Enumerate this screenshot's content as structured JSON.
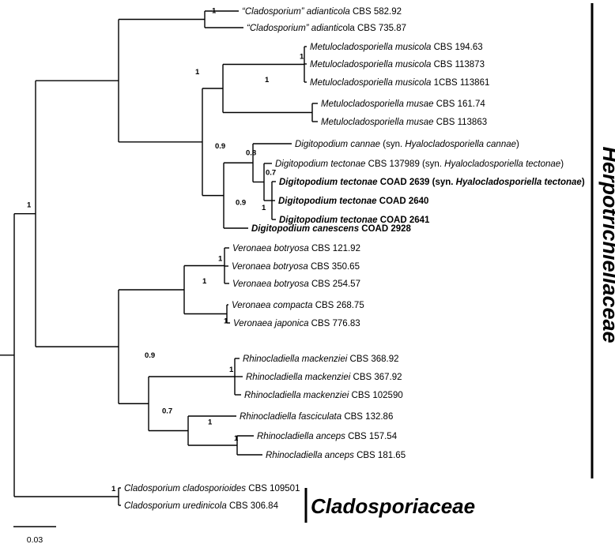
{
  "tree": {
    "families": [
      {
        "id": "herpo",
        "name": "Herpotrichiellaceae"
      },
      {
        "id": "clado",
        "name": "Cladosporiaceae"
      }
    ],
    "scale_bar": {
      "label": "0.03"
    },
    "supports": {
      "n_adianticola": "1",
      "n_herpo_upper": "1",
      "n_metulo": "1",
      "n_m_musicola": "1",
      "n_digi_metulo": "0.9",
      "n_digitopodium": "0.9",
      "n_digi_inner": "0.8",
      "n_tectonae": "0.7",
      "n_tectonae_coad": "1",
      "n_herpo": "1",
      "n_lower": "0.9",
      "n_veronaea": "1",
      "n_v_botryosa": "1",
      "n_v_cj": "1",
      "n_rhino": "0.7",
      "n_r_mack": "1",
      "n_r_fa": "1",
      "n_r_anceps": "1",
      "n_clado": "1"
    },
    "taxa": [
      {
        "id": "t1",
        "segments": [
          {
            "text": "“Cladosporium” adianticola",
            "italic": true
          },
          {
            "text": " CBS 582.92",
            "italic": false
          }
        ],
        "bold": false
      },
      {
        "id": "t2",
        "segments": [
          {
            "text": "“Cladosporium” adiantic",
            "italic": true
          },
          {
            "text": "ola CBS 735.87",
            "italic": false
          }
        ],
        "bold": false
      },
      {
        "id": "t3",
        "segments": [
          {
            "text": "Metulocladosporiella musicola",
            "italic": true
          },
          {
            "text": " CBS 194.63",
            "italic": false
          }
        ],
        "bold": false
      },
      {
        "id": "t4",
        "segments": [
          {
            "text": "Metulocladosporiella musicola",
            "italic": true
          },
          {
            "text": " CBS 113873",
            "italic": false
          }
        ],
        "bold": false
      },
      {
        "id": "t5",
        "segments": [
          {
            "text": "Metulocladosporiella musicola",
            "italic": true
          },
          {
            "text": " 1CBS 113861",
            "italic": false
          }
        ],
        "bold": false
      },
      {
        "id": "t6",
        "segments": [
          {
            "text": "Metulocladosporiella musae",
            "italic": true
          },
          {
            "text": " CBS 161.74",
            "italic": false
          }
        ],
        "bold": false
      },
      {
        "id": "t7",
        "segments": [
          {
            "text": "Metulocladosporiella musae",
            "italic": true
          },
          {
            "text": " CBS 113863",
            "italic": false
          }
        ],
        "bold": false
      },
      {
        "id": "t8",
        "segments": [
          {
            "text": "Digitopodium cannae",
            "italic": true
          },
          {
            "text": " (syn. ",
            "italic": false
          },
          {
            "text": "Hyalocladosporiella cannae",
            "italic": true
          },
          {
            "text": ")",
            "italic": false
          }
        ],
        "bold": false
      },
      {
        "id": "t9",
        "segments": [
          {
            "text": "Digitopodium tectonae",
            "italic": true
          },
          {
            "text": " CBS 137989 (syn. ",
            "italic": false
          },
          {
            "text": "Hyalocladosporiella tectonae",
            "italic": true
          },
          {
            "text": ")",
            "italic": false
          }
        ],
        "bold": false
      },
      {
        "id": "t10",
        "segments": [
          {
            "text": "Digitopodium tectonae",
            "italic": true
          },
          {
            "text": " COAD 2639 (syn. ",
            "italic": false
          },
          {
            "text": "Hyalocladosporiella tectonae",
            "italic": true
          },
          {
            "text": ")",
            "italic": false
          }
        ],
        "bold": true
      },
      {
        "id": "t11",
        "segments": [
          {
            "text": "Digitopodium tectonae",
            "italic": true
          },
          {
            "text": " COAD 2640",
            "italic": false
          }
        ],
        "bold": true
      },
      {
        "id": "t12",
        "segments": [
          {
            "text": "Digitopodium tectonae",
            "italic": true
          },
          {
            "text": " COAD 2641",
            "italic": false
          }
        ],
        "bold": true
      },
      {
        "id": "t13",
        "segments": [
          {
            "text": "Digitopodium canescens",
            "italic": true
          },
          {
            "text": " COAD 2928",
            "italic": false
          }
        ],
        "bold": true
      },
      {
        "id": "t14",
        "segments": [
          {
            "text": "Veronaea botryosa",
            "italic": true
          },
          {
            "text": " CBS 121.92",
            "italic": false
          }
        ],
        "bold": false
      },
      {
        "id": "t15",
        "segments": [
          {
            "text": "Veronaea botryosa",
            "italic": true
          },
          {
            "text": " CBS 350.65",
            "italic": false
          }
        ],
        "bold": false
      },
      {
        "id": "t16",
        "segments": [
          {
            "text": "Veronaea botryosa",
            "italic": true
          },
          {
            "text": " CBS 254.57",
            "italic": false
          }
        ],
        "bold": false
      },
      {
        "id": "t17",
        "segments": [
          {
            "text": "Veronaea compacta",
            "italic": true
          },
          {
            "text": " CBS 268.75",
            "italic": false
          }
        ],
        "bold": false
      },
      {
        "id": "t18",
        "segments": [
          {
            "text": "Veronaea japonica",
            "italic": true
          },
          {
            "text": " CBS 776.83",
            "italic": false
          }
        ],
        "bold": false
      },
      {
        "id": "t19",
        "segments": [
          {
            "text": "Rhinocladiella mackenziei",
            "italic": true
          },
          {
            "text": " CBS 368.92",
            "italic": false
          }
        ],
        "bold": false
      },
      {
        "id": "t20",
        "segments": [
          {
            "text": "Rhinocladiella mackenziei",
            "italic": true
          },
          {
            "text": " CBS 367.92",
            "italic": false
          }
        ],
        "bold": false
      },
      {
        "id": "t21",
        "segments": [
          {
            "text": "Rhinocladiella mackenziei",
            "italic": true
          },
          {
            "text": " CBS 102590",
            "italic": false
          }
        ],
        "bold": false
      },
      {
        "id": "t22",
        "segments": [
          {
            "text": "Rhinocladiella fasciculata",
            "italic": true
          },
          {
            "text": " CBS 132.86",
            "italic": false
          }
        ],
        "bold": false
      },
      {
        "id": "t23",
        "segments": [
          {
            "text": "Rhinocladiella anceps",
            "italic": true
          },
          {
            "text": " CBS 157.54",
            "italic": false
          }
        ],
        "bold": false
      },
      {
        "id": "t24",
        "segments": [
          {
            "text": "Rhinocladiella anceps",
            "italic": true
          },
          {
            "text": " CBS 181.65",
            "italic": false
          }
        ],
        "bold": false
      },
      {
        "id": "t25",
        "segments": [
          {
            "text": "Cladosporium cladosporioides",
            "italic": true
          },
          {
            "text": " CBS 109501",
            "italic": false
          }
        ],
        "bold": false
      },
      {
        "id": "t26",
        "segments": [
          {
            "text": "Cladosporium uredinicola",
            "italic": true
          },
          {
            "text": " CBS 306.84",
            "italic": false
          }
        ],
        "bold": false
      }
    ]
  }
}
